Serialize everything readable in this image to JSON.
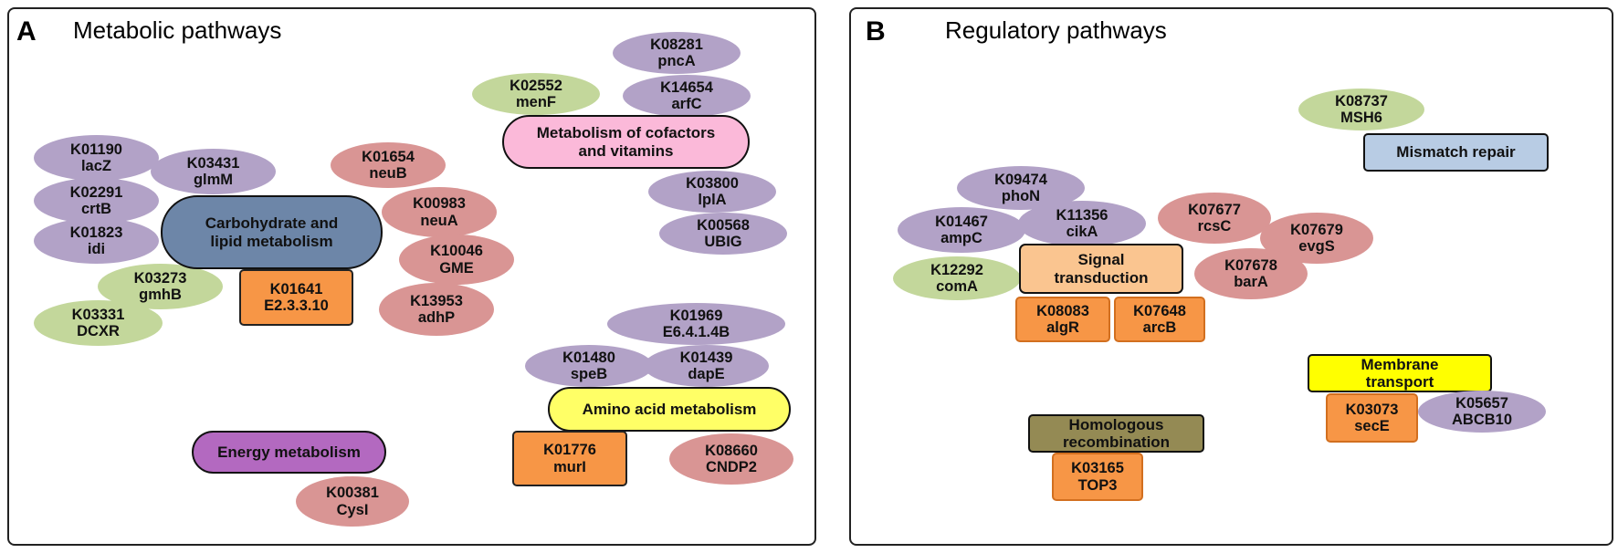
{
  "panels": {
    "a": {
      "letter": "A",
      "title": "Metabolic pathways"
    },
    "b": {
      "letter": "B",
      "title": "Regulatory pathways"
    }
  },
  "colors": {
    "green_ko": "#c3d79b",
    "purple_ko": "#b2a2c7",
    "red_ko": "#d99594",
    "orange_ko": "#f79646",
    "carbohydrate_hub": "#6d86a8",
    "cofactor_hub": "#fbb9d9",
    "amino_acid_hub": "#ffff66",
    "energy_hub": "#b369c0",
    "mismatch_hub": "#b8cce4",
    "signal_hub": "#fac590",
    "membrane_hub": "#ffff00",
    "recombination_hub": "#948a54"
  },
  "hubs": {
    "carbohydrate": "Carbohydrate and\nlipid metabolism",
    "cofactors": "Metabolism of cofactors\nand vitamins",
    "amino_acid": "Amino acid metabolism",
    "energy": "Energy metabolism",
    "mismatch": "Mismatch repair",
    "signal": "Signal\ntransduction",
    "membrane": "Membrane\ntransport",
    "recombination": "Homologous\nrecombination"
  },
  "kos": {
    "k01190": "K01190\nlacZ",
    "k03431": "K03431\nglmM",
    "k02291": "K02291\ncrtB",
    "k01823": "K01823\nidi",
    "k03273": "K03273\ngmhB",
    "k03331": "K03331\nDCXR",
    "k01641": "K01641\nE2.3.3.10",
    "k01654": "K01654\nneuB",
    "k00983": "K00983\nneuA",
    "k10046": "K10046\nGME",
    "k13953": "K13953\nadhP",
    "k02552": "K02552\nmenF",
    "k08281": "K08281\npncA",
    "k14654": "K14654\narfC",
    "k03800": "K03800\nlplA",
    "k00568": "K00568\nUBIG",
    "k01969": "K01969\nE6.4.1.4B",
    "k01480": "K01480\nspeB",
    "k01439": "K01439\ndapE",
    "k01776": "K01776\nmurI",
    "k08660": "K08660\nCNDP2",
    "k00381": "K00381\nCysI",
    "k08737": "K08737\nMSH6",
    "k09474": "K09474\nphoN",
    "k01467": "K01467\nampC",
    "k11356": "K11356\ncikA",
    "k12292": "K12292\ncomA",
    "k07677": "K07677\nrcsC",
    "k07679": "K07679\nevgS",
    "k07678": "K07678\nbarA",
    "k08083": "K08083\nalgR",
    "k07648": "K07648\narcB",
    "k03073": "K03073\nsecE",
    "k05657": "K05657\nABCB10",
    "k03165": "K03165\nTOP3"
  }
}
